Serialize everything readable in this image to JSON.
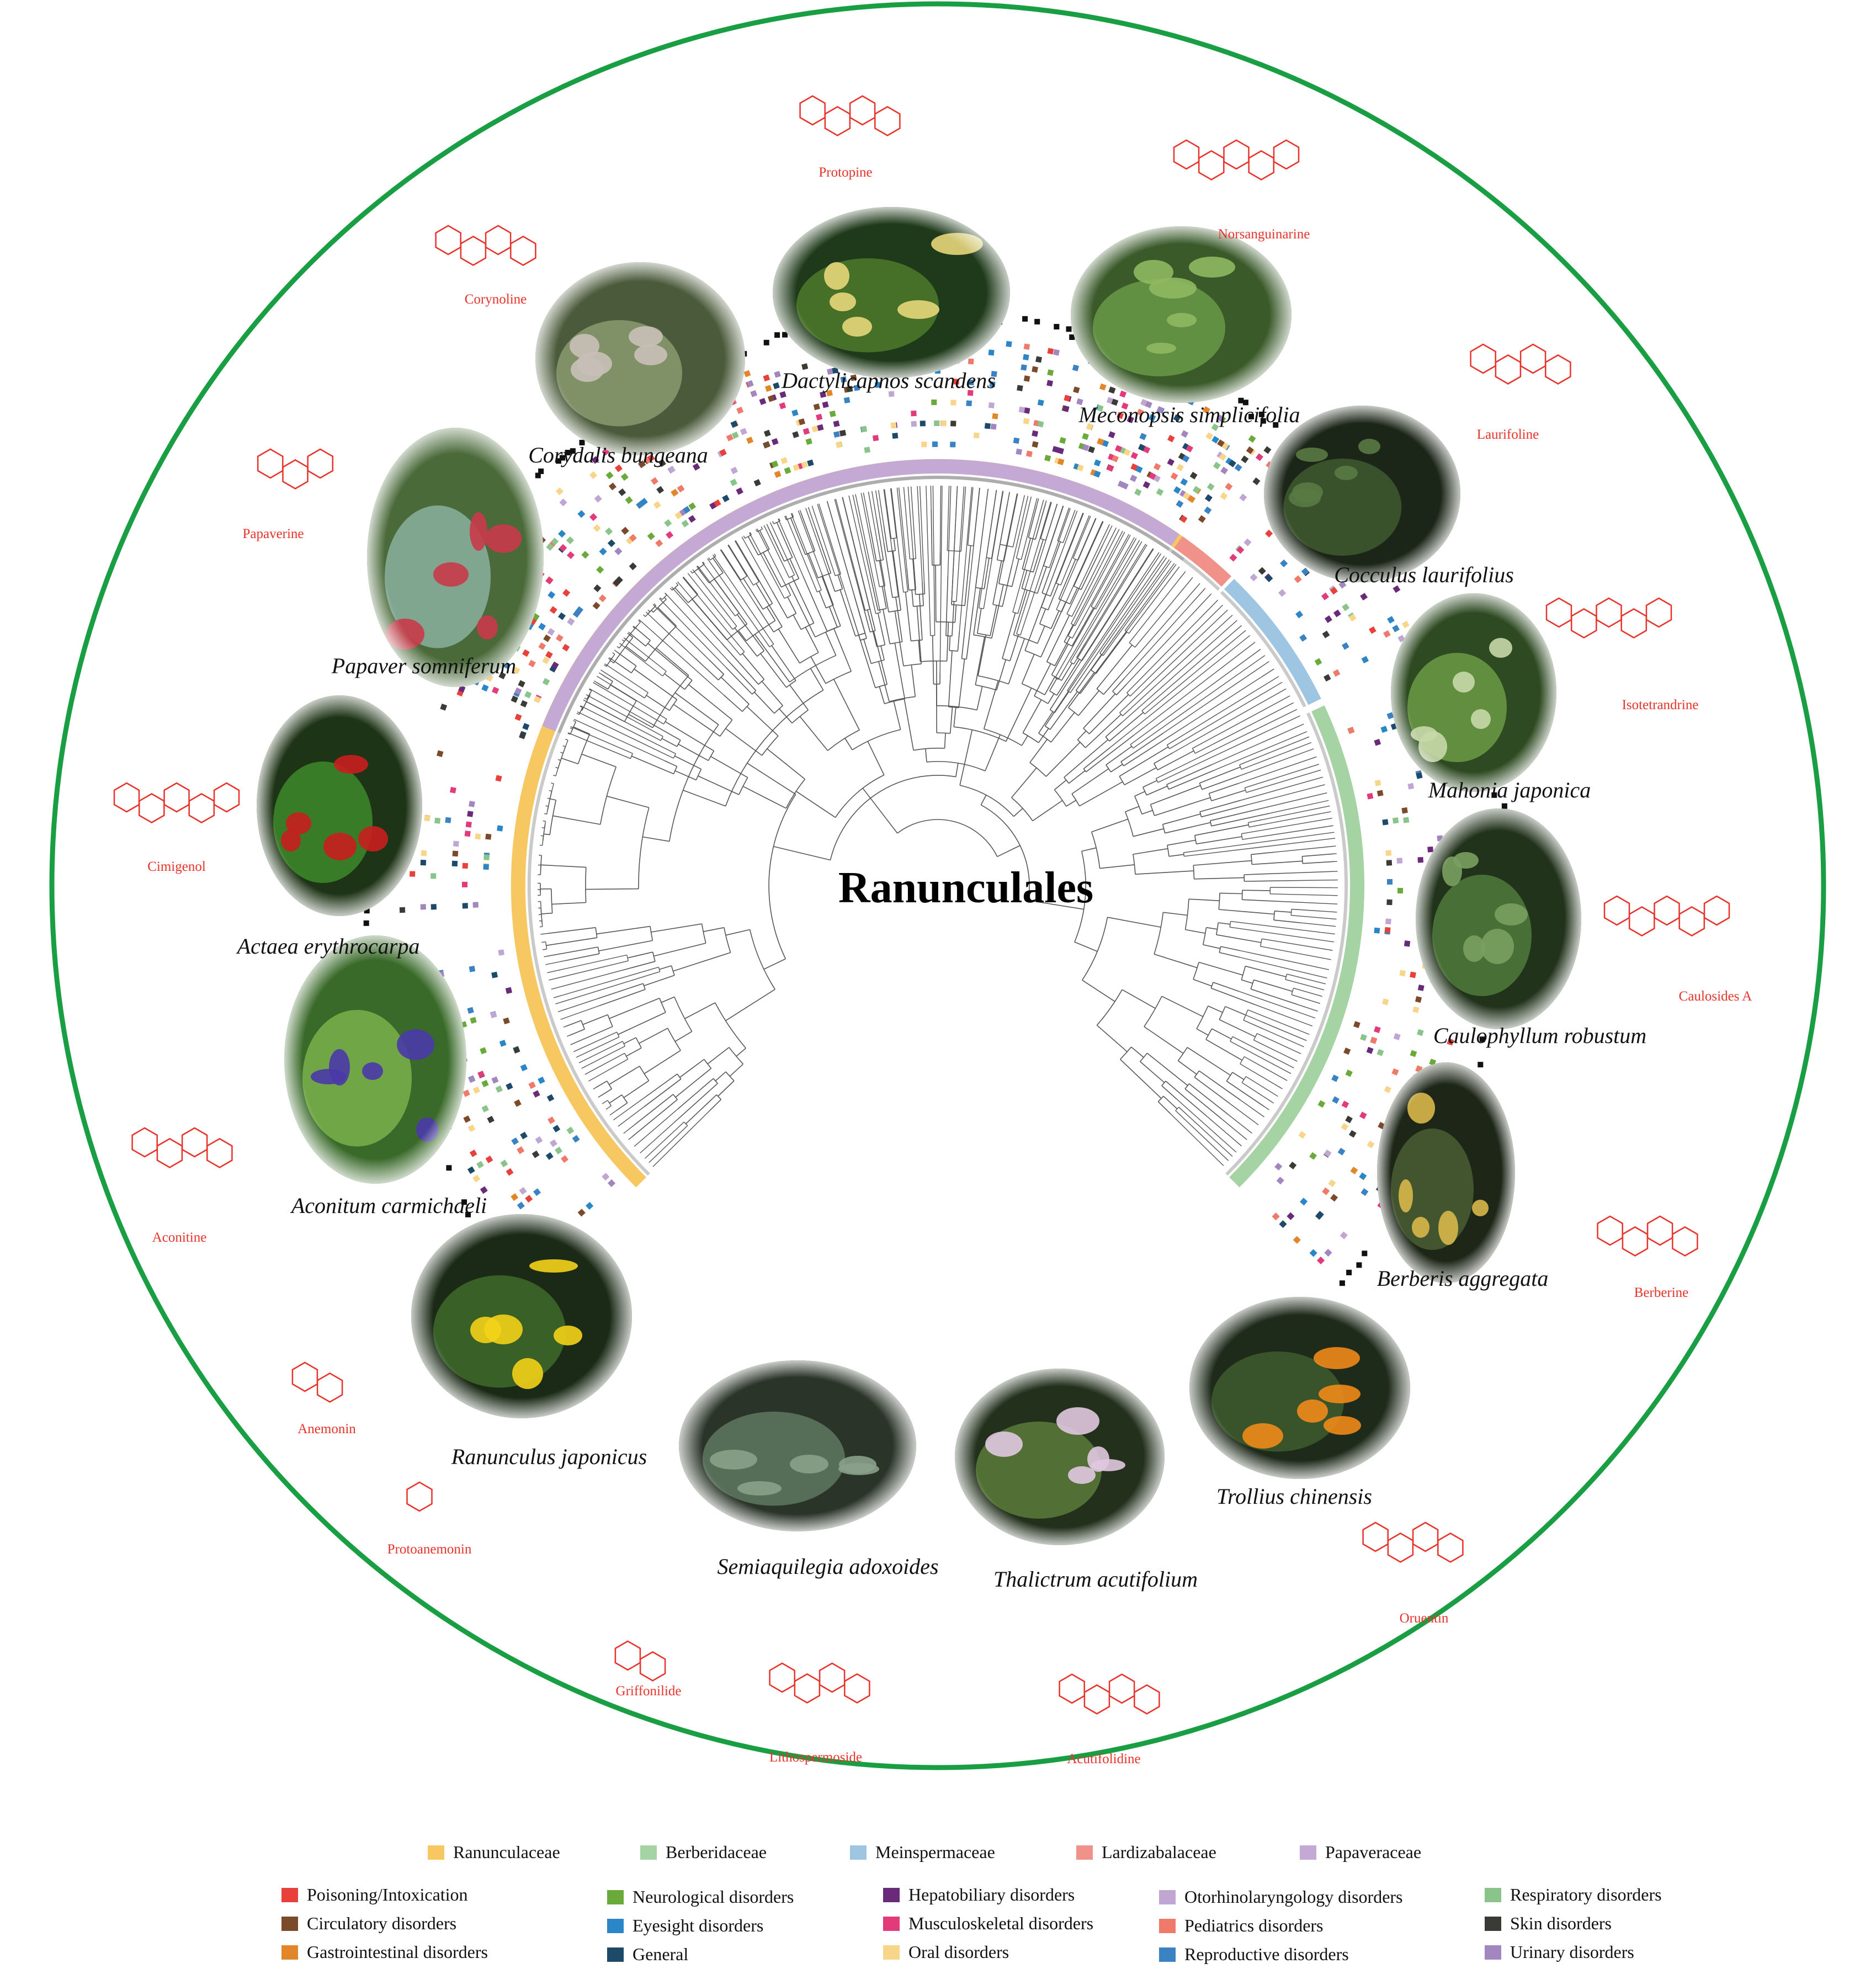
{
  "diagram": {
    "title": "Ranunculales",
    "frame_color": "#1a9e44",
    "species": [
      {
        "name": "Dactylicapnos scandens",
        "photo_colors": [
          "#1f3a1a",
          "#4d7a2c",
          "#e6d67a"
        ]
      },
      {
        "name": "Meconopsis simplicifolia",
        "photo_colors": [
          "#3a5a2a",
          "#6a9a48",
          "#8fb860"
        ]
      },
      {
        "name": "Cocculus laurifolius",
        "photo_colors": [
          "#1c2618",
          "#3e5a30",
          "#5a7a44"
        ]
      },
      {
        "name": "Mahonia japonica",
        "photo_colors": [
          "#2e4a22",
          "#6a9a44",
          "#c8d8a8"
        ]
      },
      {
        "name": "Caulophyllum robustum",
        "photo_colors": [
          "#22331c",
          "#4f7a3a",
          "#7aa060"
        ]
      },
      {
        "name": "Berberis aggregata",
        "photo_colors": [
          "#1e2618",
          "#4a5e34",
          "#d8b84a"
        ]
      },
      {
        "name": "Trollius chinensis",
        "photo_colors": [
          "#1e2a1a",
          "#3e5a2e",
          "#f08a1a"
        ]
      },
      {
        "name": "Thalictrum acutifolium",
        "photo_colors": [
          "#22301c",
          "#5a7a3a",
          "#e0c8e0"
        ]
      },
      {
        "name": "Semiaquilegia adoxoides",
        "photo_colors": [
          "#2a3428",
          "#5e7860",
          "#8aa08a"
        ]
      },
      {
        "name": "Ranunculus japonicus",
        "photo_colors": [
          "#1a2a16",
          "#3e6a2a",
          "#f4d21a"
        ]
      },
      {
        "name": "Aconitum carmichaeli",
        "photo_colors": [
          "#3a6a2a",
          "#7ab04a",
          "#4a3aa8"
        ]
      },
      {
        "name": "Actaea erythrocarpa",
        "photo_colors": [
          "#1e3416",
          "#3e8a2a",
          "#c81e1e"
        ]
      },
      {
        "name": "Papaver somniferum",
        "photo_colors": [
          "#4a6a3a",
          "#8ab0a0",
          "#c83a4a"
        ]
      },
      {
        "name": "Corydalis bungeana",
        "photo_colors": [
          "#4a5a3a",
          "#8a9a70",
          "#c8c0b8"
        ]
      }
    ],
    "compounds": [
      "Protopine",
      "Norsanguinarine",
      "Corynoline",
      "Laurifoline",
      "Papaverine",
      "Isotetrandrine",
      "Cimigenol",
      "Caulosides A",
      "Aconitine",
      "Berberine",
      "Anemonin",
      "Protoanemonin",
      "Oruentin",
      "Griffonilide",
      "Lithospermoside",
      "Acutifolidine"
    ]
  },
  "legend": {
    "families": [
      {
        "label": "Ranunculaceae",
        "color": "#f7c762"
      },
      {
        "label": "Berberidaceae",
        "color": "#a6d3a3"
      },
      {
        "label": "Meinspermaceae",
        "color": "#9ec6e2"
      },
      {
        "label": "Lardizabalaceae",
        "color": "#f0928a"
      },
      {
        "label": "Papaveraceae",
        "color": "#c3a9d4"
      }
    ],
    "disorders": [
      {
        "label": "Poisoning/Intoxication",
        "color": "#e8403a"
      },
      {
        "label": "Circulatory disorders",
        "color": "#7a4a2a"
      },
      {
        "label": "Gastrointestinal disorders",
        "color": "#e2862a"
      },
      {
        "label": "Neurological disorders",
        "color": "#6aaa3a"
      },
      {
        "label": "Eyesight disorders",
        "color": "#2a86c6"
      },
      {
        "label": "General",
        "color": "#1e4a6a"
      },
      {
        "label": "Hepatobiliary disorders",
        "color": "#6a2a7a"
      },
      {
        "label": "Musculoskeletal disorders",
        "color": "#e23a7a"
      },
      {
        "label": "Oral disorders",
        "color": "#f7d68a"
      },
      {
        "label": "Otorhinolaryngology disorders",
        "color": "#c0a6d2"
      },
      {
        "label": "Pediatrics disorders",
        "color": "#f07a6a"
      },
      {
        "label": "Reproductive disorders",
        "color": "#3a82c2"
      },
      {
        "label": "Respiratory disorders",
        "color": "#8ac48a"
      },
      {
        "label": "Skin disorders",
        "color": "#3a3a36"
      },
      {
        "label": "Urinary disorders",
        "color": "#a286c0"
      }
    ]
  }
}
